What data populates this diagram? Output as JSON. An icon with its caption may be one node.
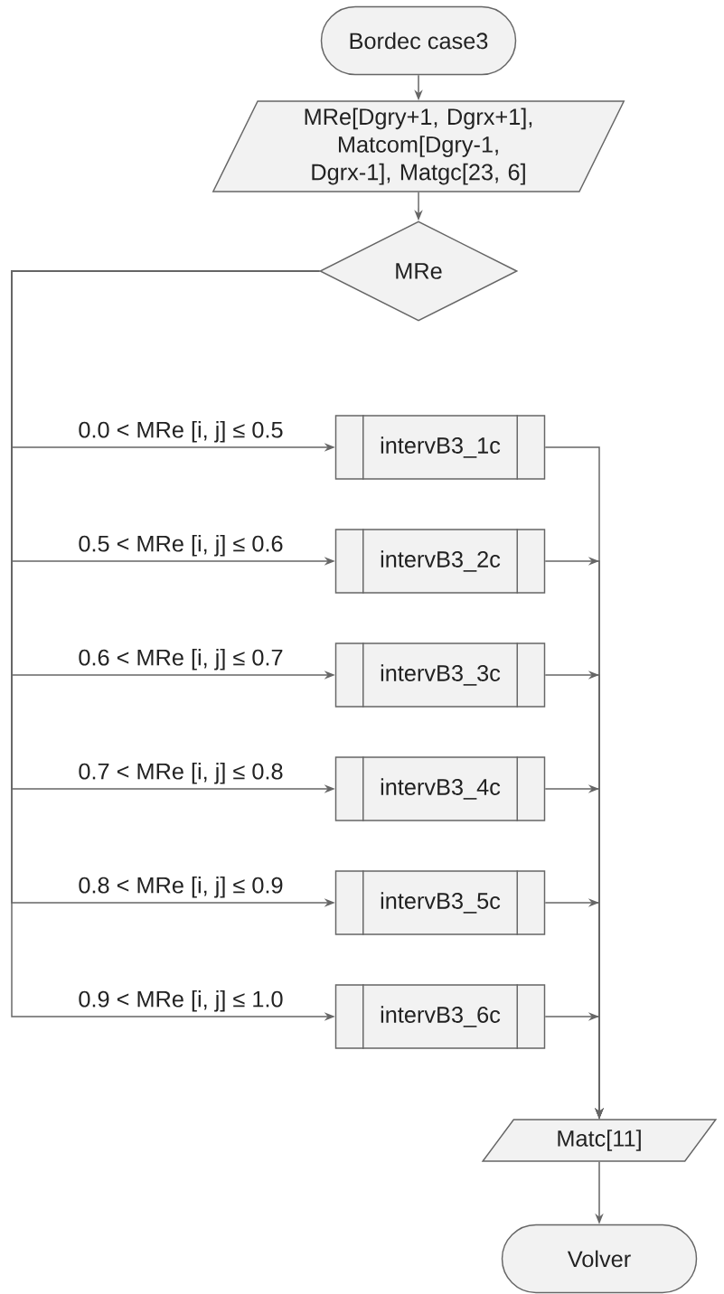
{
  "diagram": {
    "nodes": [
      {
        "text": [
          "Bordec case3"
        ]
      },
      {
        "text": [
          "MRe[Dgry+1, Dgrx+1], Matcom[Dgry-1, Dgrx-1], Matgc[23, 6]"
        ]
      },
      {
        "text": [
          "MRe"
        ]
      },
      {
        "text": [
          "intervB3_1c"
        ]
      },
      {
        "text": [
          "intervB3_2c"
        ]
      },
      {
        "text": [
          "intervB3_3c"
        ]
      },
      {
        "text": [
          "intervB3_4c"
        ]
      },
      {
        "text": [
          "intervB3_5c"
        ]
      },
      {
        "text": [
          "intervB3_6c"
        ]
      },
      {
        "text": [
          "Matc[11]"
        ]
      },
      {
        "text": [
          "Volver"
        ]
      }
    ],
    "edges": [
      {
        "from": 0,
        "to": 1,
        "arrow": "to"
      },
      {
        "from": 1,
        "to": 2,
        "arrow": "to"
      },
      {
        "from": 2,
        "to": 3,
        "arrow": "to",
        "label": "0.0 < MRe [i, j] ≤ 0.5"
      },
      {
        "from": 2,
        "to": 4,
        "arrow": "to",
        "label": "0.5 < MRe [i, j] ≤ 0.6"
      },
      {
        "from": 2,
        "to": 5,
        "arrow": "to",
        "label": "0.6 < MRe [i, j] ≤ 0.7"
      },
      {
        "from": 2,
        "to": 6,
        "arrow": "to",
        "label": "0.7 < MRe [i, j] ≤ 0.8"
      },
      {
        "from": 2,
        "to": 7,
        "arrow": "to",
        "label": "0.8 < MRe [i, j] ≤ 0.9"
      },
      {
        "from": 2,
        "to": 8,
        "arrow": "to",
        "label": "0.9 < MRe [i, j] ≤ 1.0"
      },
      {
        "from": 3,
        "to": 9,
        "arrow": "to"
      },
      {
        "from": 4,
        "to": 9,
        "arrow": "to"
      },
      {
        "from": 5,
        "to": 9,
        "arrow": "to"
      },
      {
        "from": 6,
        "to": 9,
        "arrow": "to"
      },
      {
        "from": 7,
        "to": 9,
        "arrow": "to"
      },
      {
        "from": 8,
        "to": 9,
        "arrow": "to"
      },
      {
        "from": 9,
        "to": 10,
        "arrow": "to"
      }
    ]
  }
}
